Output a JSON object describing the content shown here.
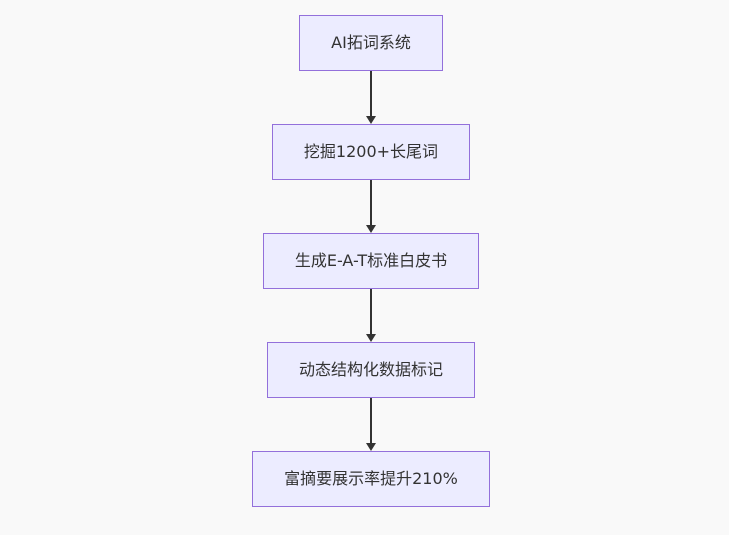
{
  "page": {
    "background_color": "#f9f9f9"
  },
  "flowchart": {
    "type": "flowchart",
    "direction": "top-down",
    "style": {
      "node_fill": "#ECECFF",
      "node_border": "#9370DB",
      "arrow_color": "#333333",
      "text_color": "#333333"
    },
    "nodes": [
      {
        "id": "A",
        "label": "AI拓词系统"
      },
      {
        "id": "B",
        "label": "挖掘1200+长尾词"
      },
      {
        "id": "C",
        "label": "生成E-A-T标准白皮书"
      },
      {
        "id": "D",
        "label": "动态结构化数据标记"
      },
      {
        "id": "E",
        "label": "富摘要展示率提升210%"
      }
    ],
    "edges": [
      {
        "from": "A",
        "to": "B"
      },
      {
        "from": "B",
        "to": "C"
      },
      {
        "from": "C",
        "to": "D"
      },
      {
        "from": "D",
        "to": "E"
      }
    ]
  }
}
